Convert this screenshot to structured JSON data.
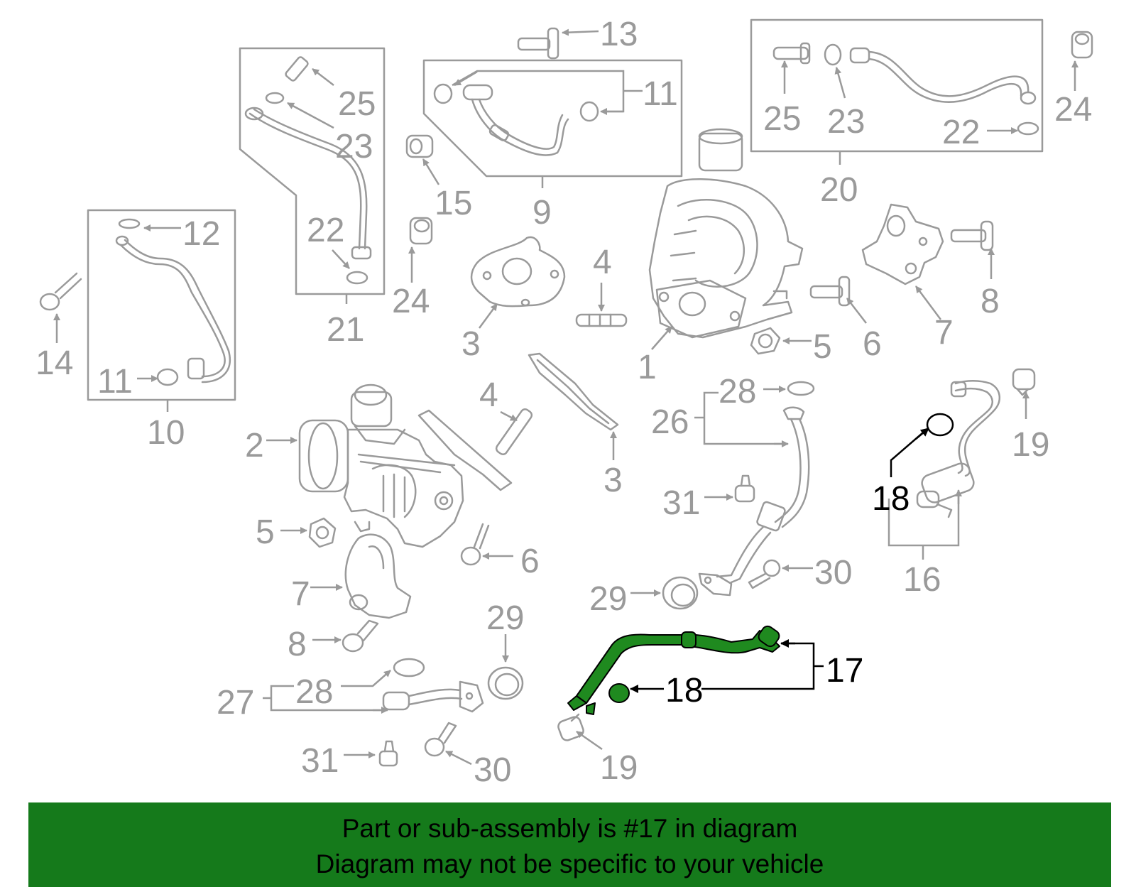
{
  "labels": {
    "l1": "1",
    "l2": "2",
    "l3a": "3",
    "l3b": "3",
    "l4a": "4",
    "l4b": "4",
    "l5a": "5",
    "l5b": "5",
    "l6a": "6",
    "l6b": "6",
    "l7a": "7",
    "l7b": "7",
    "l8a": "8",
    "l8b": "8",
    "l9": "9",
    "l10": "10",
    "l11a": "11",
    "l11b": "11",
    "l12": "12",
    "l13": "13",
    "l14": "14",
    "l15": "15",
    "l16": "16",
    "l17": "17",
    "l18a": "18",
    "l18b": "18",
    "l19a": "19",
    "l19b": "19",
    "l20": "20",
    "l21": "21",
    "l22a": "22",
    "l22b": "22",
    "l23a": "23",
    "l23b": "23",
    "l24a": "24",
    "l24b": "24",
    "l25a": "25",
    "l25b": "25",
    "l26": "26",
    "l27": "27",
    "l28a": "28",
    "l28b": "28",
    "l29a": "29",
    "l29b": "29",
    "l30a": "30",
    "l30b": "30",
    "l31a": "31",
    "l31b": "31"
  },
  "footer": {
    "line1": "Part or sub-assembly is #17 in diagram",
    "line2": "Diagram may not be specific to your vehicle"
  },
  "colors": {
    "part_gray": "#9a9a9a",
    "highlight_green": "#1f8a1f",
    "footer_green": "#157a1b"
  }
}
